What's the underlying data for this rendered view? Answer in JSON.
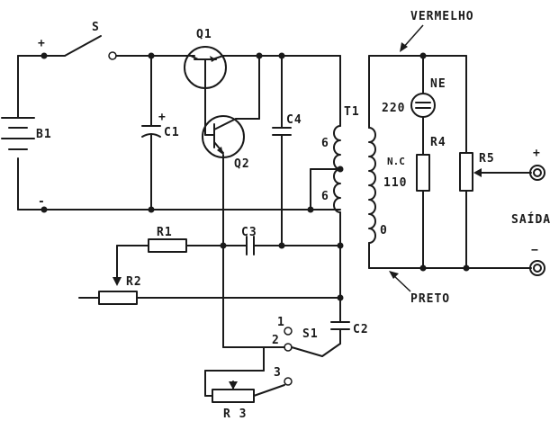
{
  "labels": {
    "switch_s": "S",
    "b1": "B1",
    "b1_plus": "+",
    "b1_minus": "-",
    "q1": "Q1",
    "q2": "Q2",
    "c1": "C1",
    "c1_plus": "+",
    "c4": "C4",
    "t1": "T1",
    "tap_6_top": "6",
    "tap_6_bottom": "6",
    "v220": "220",
    "nc": "N.C",
    "v110": "110",
    "v0": "0",
    "ne": "NE",
    "r4": "R4",
    "r5": "R5",
    "vermelho": "VERMELHO",
    "preto": "PRETO",
    "saida": "SAÍDA",
    "out_plus": "+",
    "out_minus": "−",
    "r1": "R1",
    "r2": "R2",
    "c3": "C3",
    "c2": "C2",
    "s1": "S1",
    "s1_pos1": "1",
    "s1_pos2": "2",
    "s1_pos3": "3",
    "r3": "R 3"
  }
}
